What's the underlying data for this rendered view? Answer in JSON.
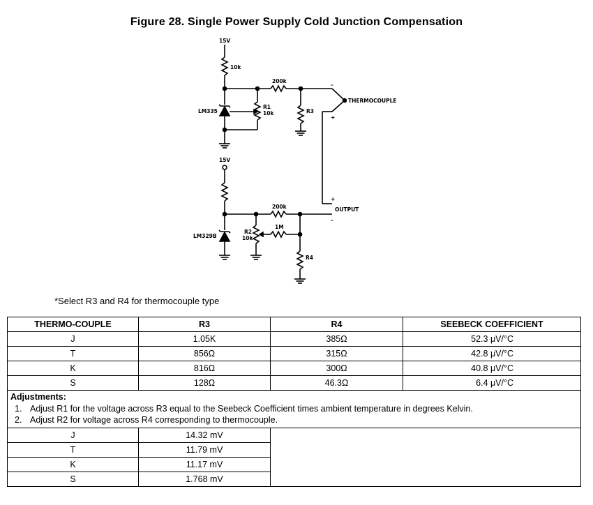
{
  "figure_title": "Figure 28.  Single Power Supply Cold Junction Compensation",
  "schematic": {
    "supply_top": "15V",
    "supply_bottom": "15V",
    "r_top": "10k",
    "r_200k_top": "200k",
    "r1_name": "R1",
    "r1_value": "10k",
    "lm335": "LM335",
    "r3": "R3",
    "thermocouple": "THERMOCOUPLE",
    "minus_top": "–",
    "plus_top": "+",
    "plus_out": "+",
    "output": "OUTPUT",
    "minus_out": "–",
    "r_200k_bottom": "200k",
    "r_1m": "1M",
    "r2_name": "R2",
    "r2_value": "10k",
    "lm329b": "LM329B",
    "r4": "R4"
  },
  "note": "*Select R3 and R4 for thermocouple type",
  "table": {
    "headers": [
      "THERMO-COUPLE",
      "R3",
      "R4",
      "SEEBECK COEFFICIENT"
    ],
    "rows": [
      [
        "J",
        "1.05K",
        "385Ω",
        "52.3 μV/°C"
      ],
      [
        "T",
        "856Ω",
        "315Ω",
        "42.8 μV/°C"
      ],
      [
        "K",
        "816Ω",
        "300Ω",
        "40.8 μV/°C"
      ],
      [
        "S",
        "128Ω",
        "46.3Ω",
        "6.4 μV/°C"
      ]
    ],
    "adjustments_title": "Adjustments:",
    "adjustments": [
      {
        "num": "1.",
        "text": "Adjust R1 for the voltage across R3 equal to the Seebeck Coefficient times ambient temperature in degrees Kelvin."
      },
      {
        "num": "2.",
        "text": "Adjust R2 for voltage across R4 corresponding to thermocouple."
      }
    ],
    "voltage_rows": [
      [
        "J",
        "14.32 mV"
      ],
      [
        "T",
        "11.79 mV"
      ],
      [
        "K",
        "11.17 mV"
      ],
      [
        "S",
        "1.768 mV"
      ]
    ]
  }
}
